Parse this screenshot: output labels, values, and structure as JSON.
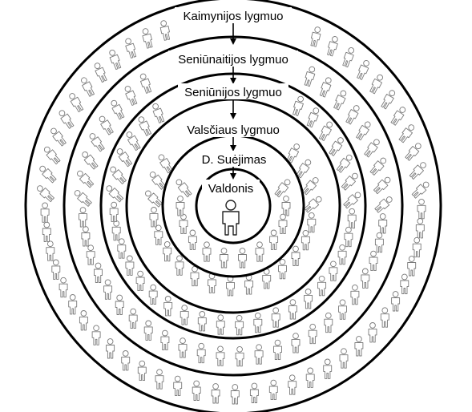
{
  "diagram": {
    "levels": [
      {
        "label": "Kaimynijos lygmuo"
      },
      {
        "label": "Seniūnaitijos lygmuo"
      },
      {
        "label": "Seniūnijos lygmuo"
      },
      {
        "label": "Valsčiaus lygmuo"
      },
      {
        "label": "D. Suėjimas"
      },
      {
        "label": "Valdonis"
      }
    ],
    "icon": "person-outline-icon",
    "colors": {
      "ring": "#000000",
      "figure_outline": "#7a7a7a",
      "text": "#000000"
    }
  }
}
